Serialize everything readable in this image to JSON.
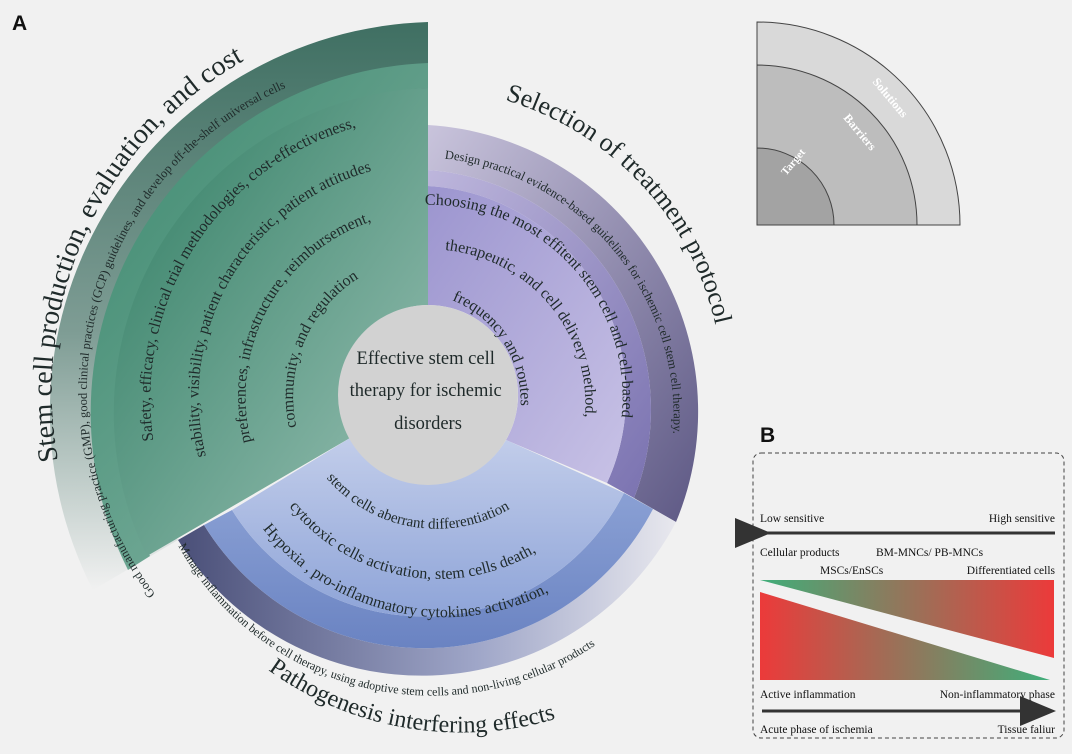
{
  "panel_a": {
    "label": "A",
    "center_text": [
      "Effective stem cell",
      "therapy for ischemic",
      "disorders"
    ],
    "sectors": [
      {
        "title": "Stem cell production, evaluation, and cost",
        "solution": "Good manufacturing practice (GMP), good clinical practices (GCP) guidelines, and develop off-the-shelf universal cells",
        "barriers": [
          "Safety, efficacy, clinical trial methodologies, cost-effectiveness,",
          "stability, visibility, patient characteristic, patient attitudes",
          "preferences, infrastructure, reimbursement,",
          "community, and regulation"
        ]
      },
      {
        "title": "Selection of treatment protocol",
        "solution": "Design practical evidence-based guidelines for ischemic cell stem cell therapy.",
        "barriers": [
          "Choosing the most effitent stem cell and cell-based",
          "therapeutic, and cell delivery method,",
          "frequency and routes"
        ]
      },
      {
        "title": "Pathogenesis interfering effects",
        "solution": "Manage inflammation before cell therapy, using adoptive stem cells and non-living cellular products",
        "barriers": [
          "Hypoxia , pro-inflammatory cytokines activation,",
          "cytotoxic cells activation, stem cells death,",
          "stem cells aberrant differentiation"
        ]
      }
    ]
  },
  "legend": {
    "outer": "Solutions",
    "middle": "Barriers",
    "inner": "Target"
  },
  "panel_b": {
    "label": "B",
    "top_arrow_left": "Low sensitive",
    "top_arrow_right": "High sensitive",
    "cellular_products": "Cellular products",
    "bm_mncs": "BM-MNCs/ PB-MNCs",
    "mscs": "MSCs/EnSCs",
    "differentiated": "Differentiated cells",
    "active_inflammation": "Active inflammation",
    "non_inflammatory": "Non-inflammatory phase",
    "acute_phase": "Acute phase of ischemia",
    "tissue_failure": "Tissue faliur"
  },
  "colors": {
    "green_dark": "#2f6b5a",
    "green_mid": "#3e8a70",
    "green_light": "#8fb7a8",
    "purple_dark": "#5f5a86",
    "purple_mid": "#8a82b8",
    "purple_light": "#b8b2d8",
    "blue_mid": "#6f8cc8",
    "blue_light": "#a8b8e0",
    "center": "#cfcfcf",
    "red": "#e03a3a",
    "green_b": "#4aa77a"
  }
}
